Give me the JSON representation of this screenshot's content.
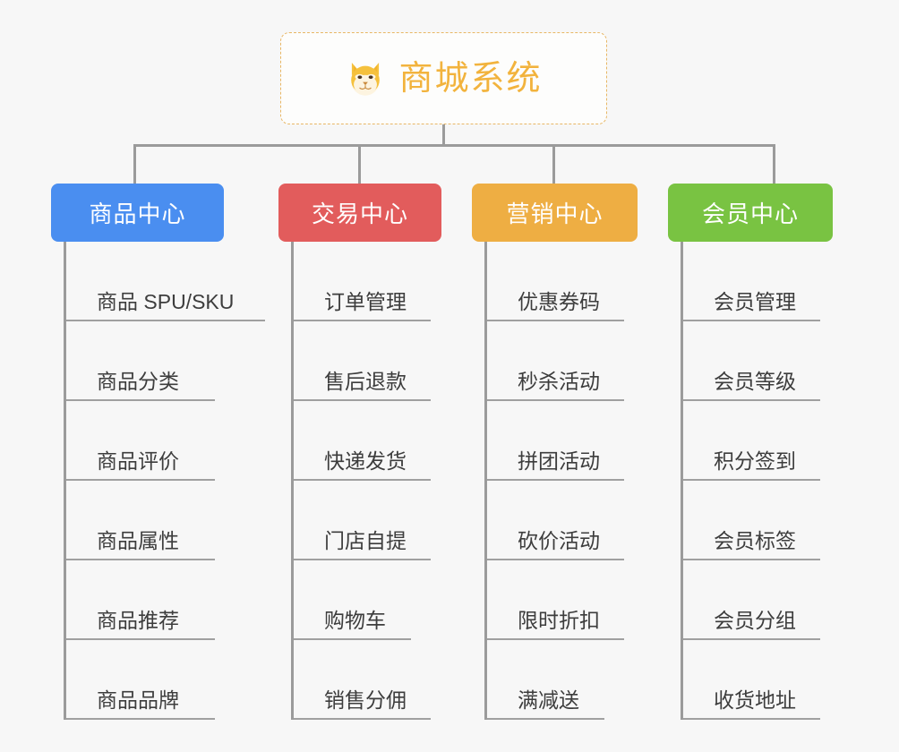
{
  "root": {
    "title": "商城系统",
    "icon": "shiba-dog-icon",
    "border_color": "#e8b765",
    "text_color": "#f2b33d"
  },
  "connector_color": "#9b9b9b",
  "background_color": "#f7f7f7",
  "categories": [
    {
      "label": "商品中心",
      "color": "#4a8ef0",
      "children": [
        {
          "label": "商品 SPU/SKU"
        },
        {
          "label": "商品分类"
        },
        {
          "label": "商品评价"
        },
        {
          "label": "商品属性"
        },
        {
          "label": "商品推荐"
        },
        {
          "label": "商品品牌"
        }
      ]
    },
    {
      "label": "交易中心",
      "color": "#e25c5c",
      "children": [
        {
          "label": "订单管理"
        },
        {
          "label": "售后退款"
        },
        {
          "label": "快递发货"
        },
        {
          "label": "门店自提"
        },
        {
          "label": "购物车"
        },
        {
          "label": "销售分佣"
        }
      ]
    },
    {
      "label": "营销中心",
      "color": "#eeae43",
      "children": [
        {
          "label": "优惠券码"
        },
        {
          "label": "秒杀活动"
        },
        {
          "label": "拼团活动"
        },
        {
          "label": "砍价活动"
        },
        {
          "label": "限时折扣"
        },
        {
          "label": "满减送"
        }
      ]
    },
    {
      "label": "会员中心",
      "color": "#79c342",
      "children": [
        {
          "label": "会员管理"
        },
        {
          "label": "会员等级"
        },
        {
          "label": "积分签到"
        },
        {
          "label": "会员标签"
        },
        {
          "label": "会员分组"
        },
        {
          "label": "收货地址"
        }
      ]
    }
  ]
}
